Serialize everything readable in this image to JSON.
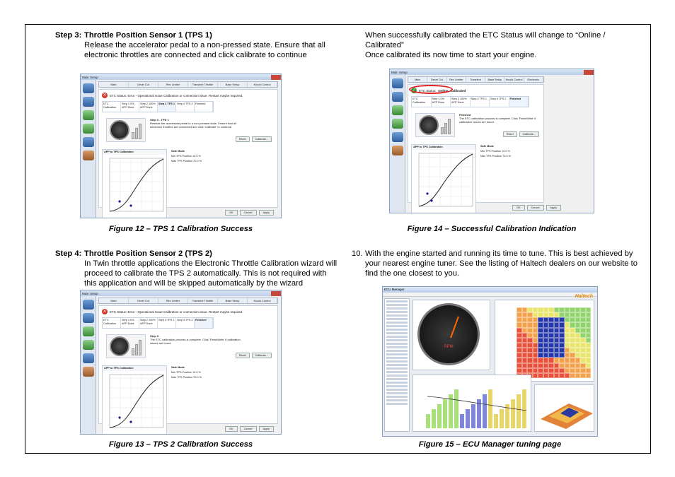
{
  "step3": {
    "label": "Step 3:",
    "title": "Throttle Position Sensor 1 (TPS 1)",
    "body": "Release the accelerator pedal to a non-pressed state. Ensure that all electronic throttles are connected and click calibrate to continue"
  },
  "step4": {
    "label": "Step 4:",
    "title": "Throttle Position Sensor 2 (TPS 2)",
    "body": "In Twin throttle applications the Electronic Throttle Calibration wizard will proceed to calibrate the TPS 2 automatically. This is not required with this application and will be skipped automatically by the wizard"
  },
  "right_top": {
    "line1": "When successfully calibrated the ETC Status will change to “Online / Calibrated”",
    "line2": "Once calibrated its now time to start your engine."
  },
  "item10": {
    "num": "10.",
    "text": "With the engine started and running its time to tune. This is best achieved by your nearest engine tuner. See the listing of Haltech dealers on our website to find the one closest to you."
  },
  "captions": {
    "fig12": "Figure 12 – TPS 1 Calibration Success",
    "fig13": "Figure 13 – TPS 2 Calibration Success",
    "fig14": "Figure 14 – Successful Calibration Indication",
    "fig15": "Figure 15 – ECU Manager tuning page"
  },
  "shot_common": {
    "title": "Main Setup",
    "tabs": [
      "Main",
      "Decel Cut",
      "Rev Limiter",
      "Transient Throttle",
      "Base Setup",
      "Knock Control",
      "Electronic Throttle"
    ],
    "calib_label": "ETC Calibration",
    "wizard": [
      "Step 1 0% APP Done",
      "Step 2 100% APP Done",
      "Step 3 TPS 1",
      "Step 4 TPS 2",
      "Finished"
    ],
    "chart_title": "APP to TPS Calibration",
    "safe_title": "Safe Mode",
    "safe_min": "Min TPS Position   10.0   %",
    "safe_max": "Max TPS Position   70.0   %",
    "ok": "OK",
    "cancel": "Cancel",
    "apply": "Apply",
    "reset": "Reset",
    "calibrate": "Calibrate..."
  },
  "fig12_shot": {
    "status": "ETC Status: Error - Operational Issue   Calibration or connection issue. Restart maybe required.",
    "step_title": "Step 3 - TPS 1",
    "step_text": "Release the accelerator pedal to a non-pressed state. Ensure that all electronic throttles are connected and click 'Calibrate' to continue."
  },
  "fig13_shot": {
    "status": "ETC Status: Error - Operational Issue   Calibration or connection issue. Restart maybe required.",
    "step_title": "Step 3",
    "step_text": "The ETC calibration process is complete. Click 'FinishWrite' if calibration issues are found."
  },
  "fig14_shot": {
    "status_label": "ETC Status:",
    "status_online": "Online",
    "status_cal": "Calibrated",
    "step_title": "Finished",
    "step_text": "The ETC calibration process is complete. Click 'FinishWrite' if calibration issues are found."
  },
  "fig15_shot": {
    "title": "ECU Manager",
    "logo": "Haltech",
    "rpm": "RPM"
  }
}
